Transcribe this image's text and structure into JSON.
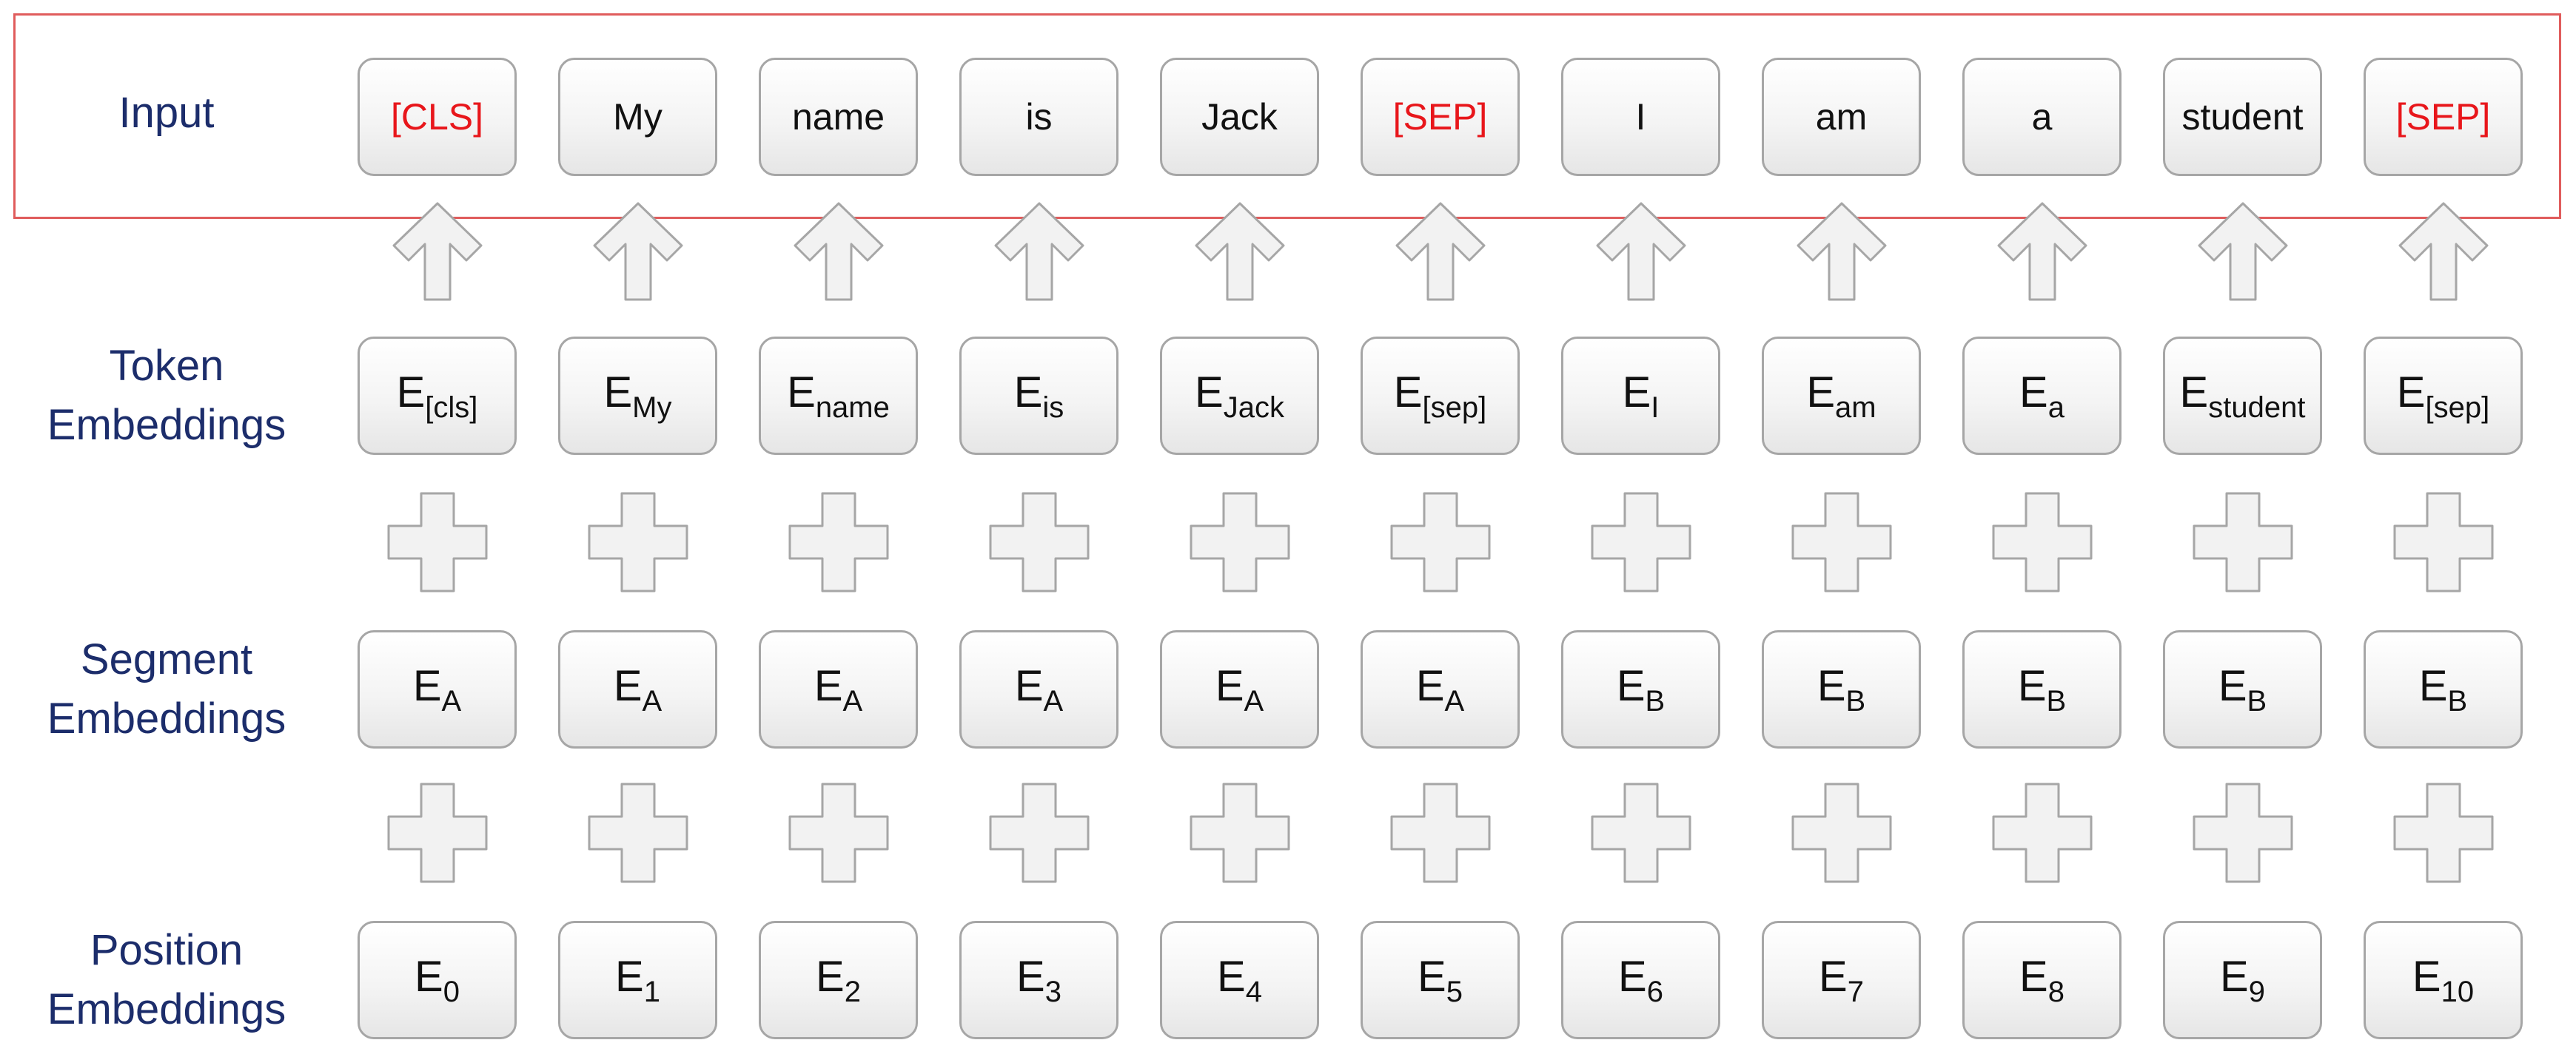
{
  "rows": [
    {
      "id": "input",
      "label_lines": [
        "Input"
      ]
    },
    {
      "id": "token",
      "label_lines": [
        "Token",
        "Embeddings"
      ]
    },
    {
      "id": "segment",
      "label_lines": [
        "Segment",
        "Embeddings"
      ]
    },
    {
      "id": "position",
      "label_lines": [
        "Position",
        "Embeddings"
      ]
    }
  ],
  "input_tokens": [
    {
      "text": "[CLS]",
      "special": true
    },
    {
      "text": "My",
      "special": false
    },
    {
      "text": "name",
      "special": false
    },
    {
      "text": "is",
      "special": false
    },
    {
      "text": "Jack",
      "special": false
    },
    {
      "text": "[SEP]",
      "special": true
    },
    {
      "text": "I",
      "special": false
    },
    {
      "text": "am",
      "special": false
    },
    {
      "text": "a",
      "special": false
    },
    {
      "text": "student",
      "special": false
    },
    {
      "text": "[SEP]",
      "special": true
    }
  ],
  "token_embeddings": [
    {
      "base": "E",
      "sub": "[cls]"
    },
    {
      "base": "E",
      "sub": "My"
    },
    {
      "base": "E",
      "sub": "name"
    },
    {
      "base": "E",
      "sub": "is"
    },
    {
      "base": "E",
      "sub": "Jack"
    },
    {
      "base": "E",
      "sub": "[sep]"
    },
    {
      "base": "E",
      "sub": "I"
    },
    {
      "base": "E",
      "sub": "am"
    },
    {
      "base": "E",
      "sub": "a"
    },
    {
      "base": "E",
      "sub": "student"
    },
    {
      "base": "E",
      "sub": "[sep]"
    }
  ],
  "segment_embeddings": [
    {
      "base": "E",
      "sub": "A"
    },
    {
      "base": "E",
      "sub": "A"
    },
    {
      "base": "E",
      "sub": "A"
    },
    {
      "base": "E",
      "sub": "A"
    },
    {
      "base": "E",
      "sub": "A"
    },
    {
      "base": "E",
      "sub": "A"
    },
    {
      "base": "E",
      "sub": "B"
    },
    {
      "base": "E",
      "sub": "B"
    },
    {
      "base": "E",
      "sub": "B"
    },
    {
      "base": "E",
      "sub": "B"
    },
    {
      "base": "E",
      "sub": "B"
    }
  ],
  "position_embeddings": [
    {
      "base": "E",
      "sub": "0"
    },
    {
      "base": "E",
      "sub": "1"
    },
    {
      "base": "E",
      "sub": "2"
    },
    {
      "base": "E",
      "sub": "3"
    },
    {
      "base": "E",
      "sub": "4"
    },
    {
      "base": "E",
      "sub": "5"
    },
    {
      "base": "E",
      "sub": "6"
    },
    {
      "base": "E",
      "sub": "7"
    },
    {
      "base": "E",
      "sub": "8"
    },
    {
      "base": "E",
      "sub": "9"
    },
    {
      "base": "E",
      "sub": "10"
    }
  ],
  "colors": {
    "label_text": "#1c2d6b",
    "special_token_text": "#e8161b",
    "input_frame": "#e05c5c",
    "box_border": "#a6a6a6",
    "glyph_fill": "#f2f2f2",
    "glyph_stroke": "#a6a6a6"
  },
  "icons": {
    "between_input_and_token": "up-arrow-icon",
    "between_embedding_rows": "plus-icon"
  }
}
